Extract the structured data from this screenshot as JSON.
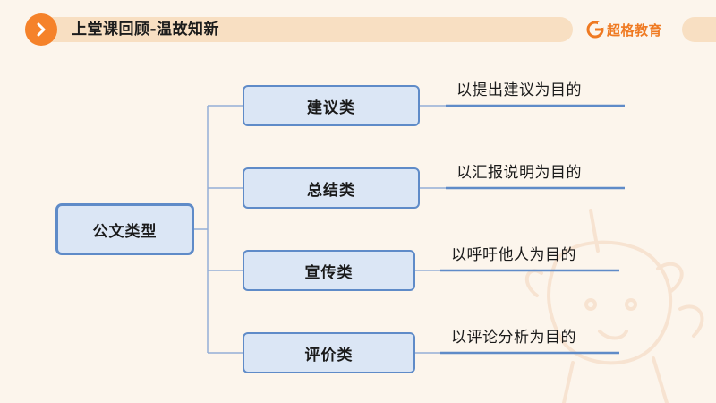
{
  "header": {
    "title": "上堂课回顾-温故知新",
    "logo_text": "超格教育"
  },
  "mindmap": {
    "root": "公文类型",
    "branches": [
      {
        "label": "建议类",
        "description": "以提出建议为目的"
      },
      {
        "label": "总结类",
        "description": "以汇报说明为目的"
      },
      {
        "label": "宣传类",
        "description": "以呼吁他人为目的"
      },
      {
        "label": "评价类",
        "description": "以评论分析为目的"
      }
    ]
  },
  "colors": {
    "accent": "#f5822a",
    "node_fill": "#dbe6f5",
    "node_border": "#5f8bc8",
    "header_band": "#f8dfc2",
    "background": "#fcf5ec"
  }
}
